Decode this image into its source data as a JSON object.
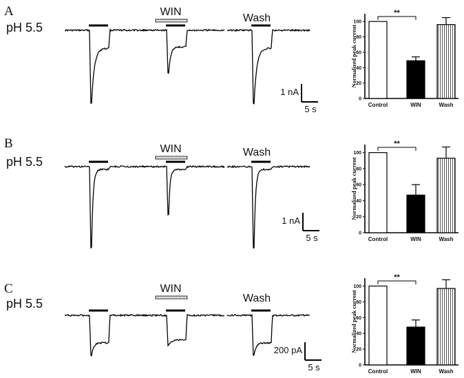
{
  "figure": {
    "ph_label": "pH 5.5",
    "application_labels": {
      "drug": "WIN",
      "wash": "Wash"
    },
    "scale_units": {
      "time": "5 s"
    }
  },
  "colors": {
    "control": "#ffffff",
    "win": "#000000",
    "wash": "#bdbdbd",
    "ink": "#000000"
  },
  "chart_data": [
    {
      "panel": "A",
      "type": "bar",
      "ylabel": "Normalized peak current",
      "categories": [
        "Control",
        "WIN",
        "Wash"
      ],
      "values": [
        100,
        49,
        96
      ],
      "errors": [
        0,
        5,
        9
      ],
      "ylim": [
        0,
        110
      ],
      "yticks": [
        0,
        20,
        40,
        60,
        80,
        100
      ],
      "significance": {
        "between": [
          "Control",
          "WIN"
        ],
        "label": "**"
      },
      "current_scale": "1 nA"
    },
    {
      "panel": "B",
      "type": "bar",
      "ylabel": "Normalized peak current",
      "categories": [
        "Control",
        "WIN",
        "Wash"
      ],
      "values": [
        100,
        47,
        93
      ],
      "errors": [
        0,
        13,
        14
      ],
      "ylim": [
        0,
        110
      ],
      "yticks": [
        0,
        20,
        40,
        60,
        80,
        100
      ],
      "significance": {
        "between": [
          "Control",
          "WIN"
        ],
        "label": "**"
      },
      "current_scale": "1 nA"
    },
    {
      "panel": "C",
      "type": "bar",
      "ylabel": "Normalized peak current",
      "categories": [
        "Control",
        "WIN",
        "Wash"
      ],
      "values": [
        100,
        48,
        97
      ],
      "errors": [
        0,
        9,
        11
      ],
      "ylim": [
        0,
        110
      ],
      "yticks": [
        0,
        20,
        40,
        60,
        80,
        100
      ],
      "significance": {
        "between": [
          "Control",
          "WIN"
        ],
        "label": "**"
      },
      "current_scale": "200 pA"
    }
  ]
}
